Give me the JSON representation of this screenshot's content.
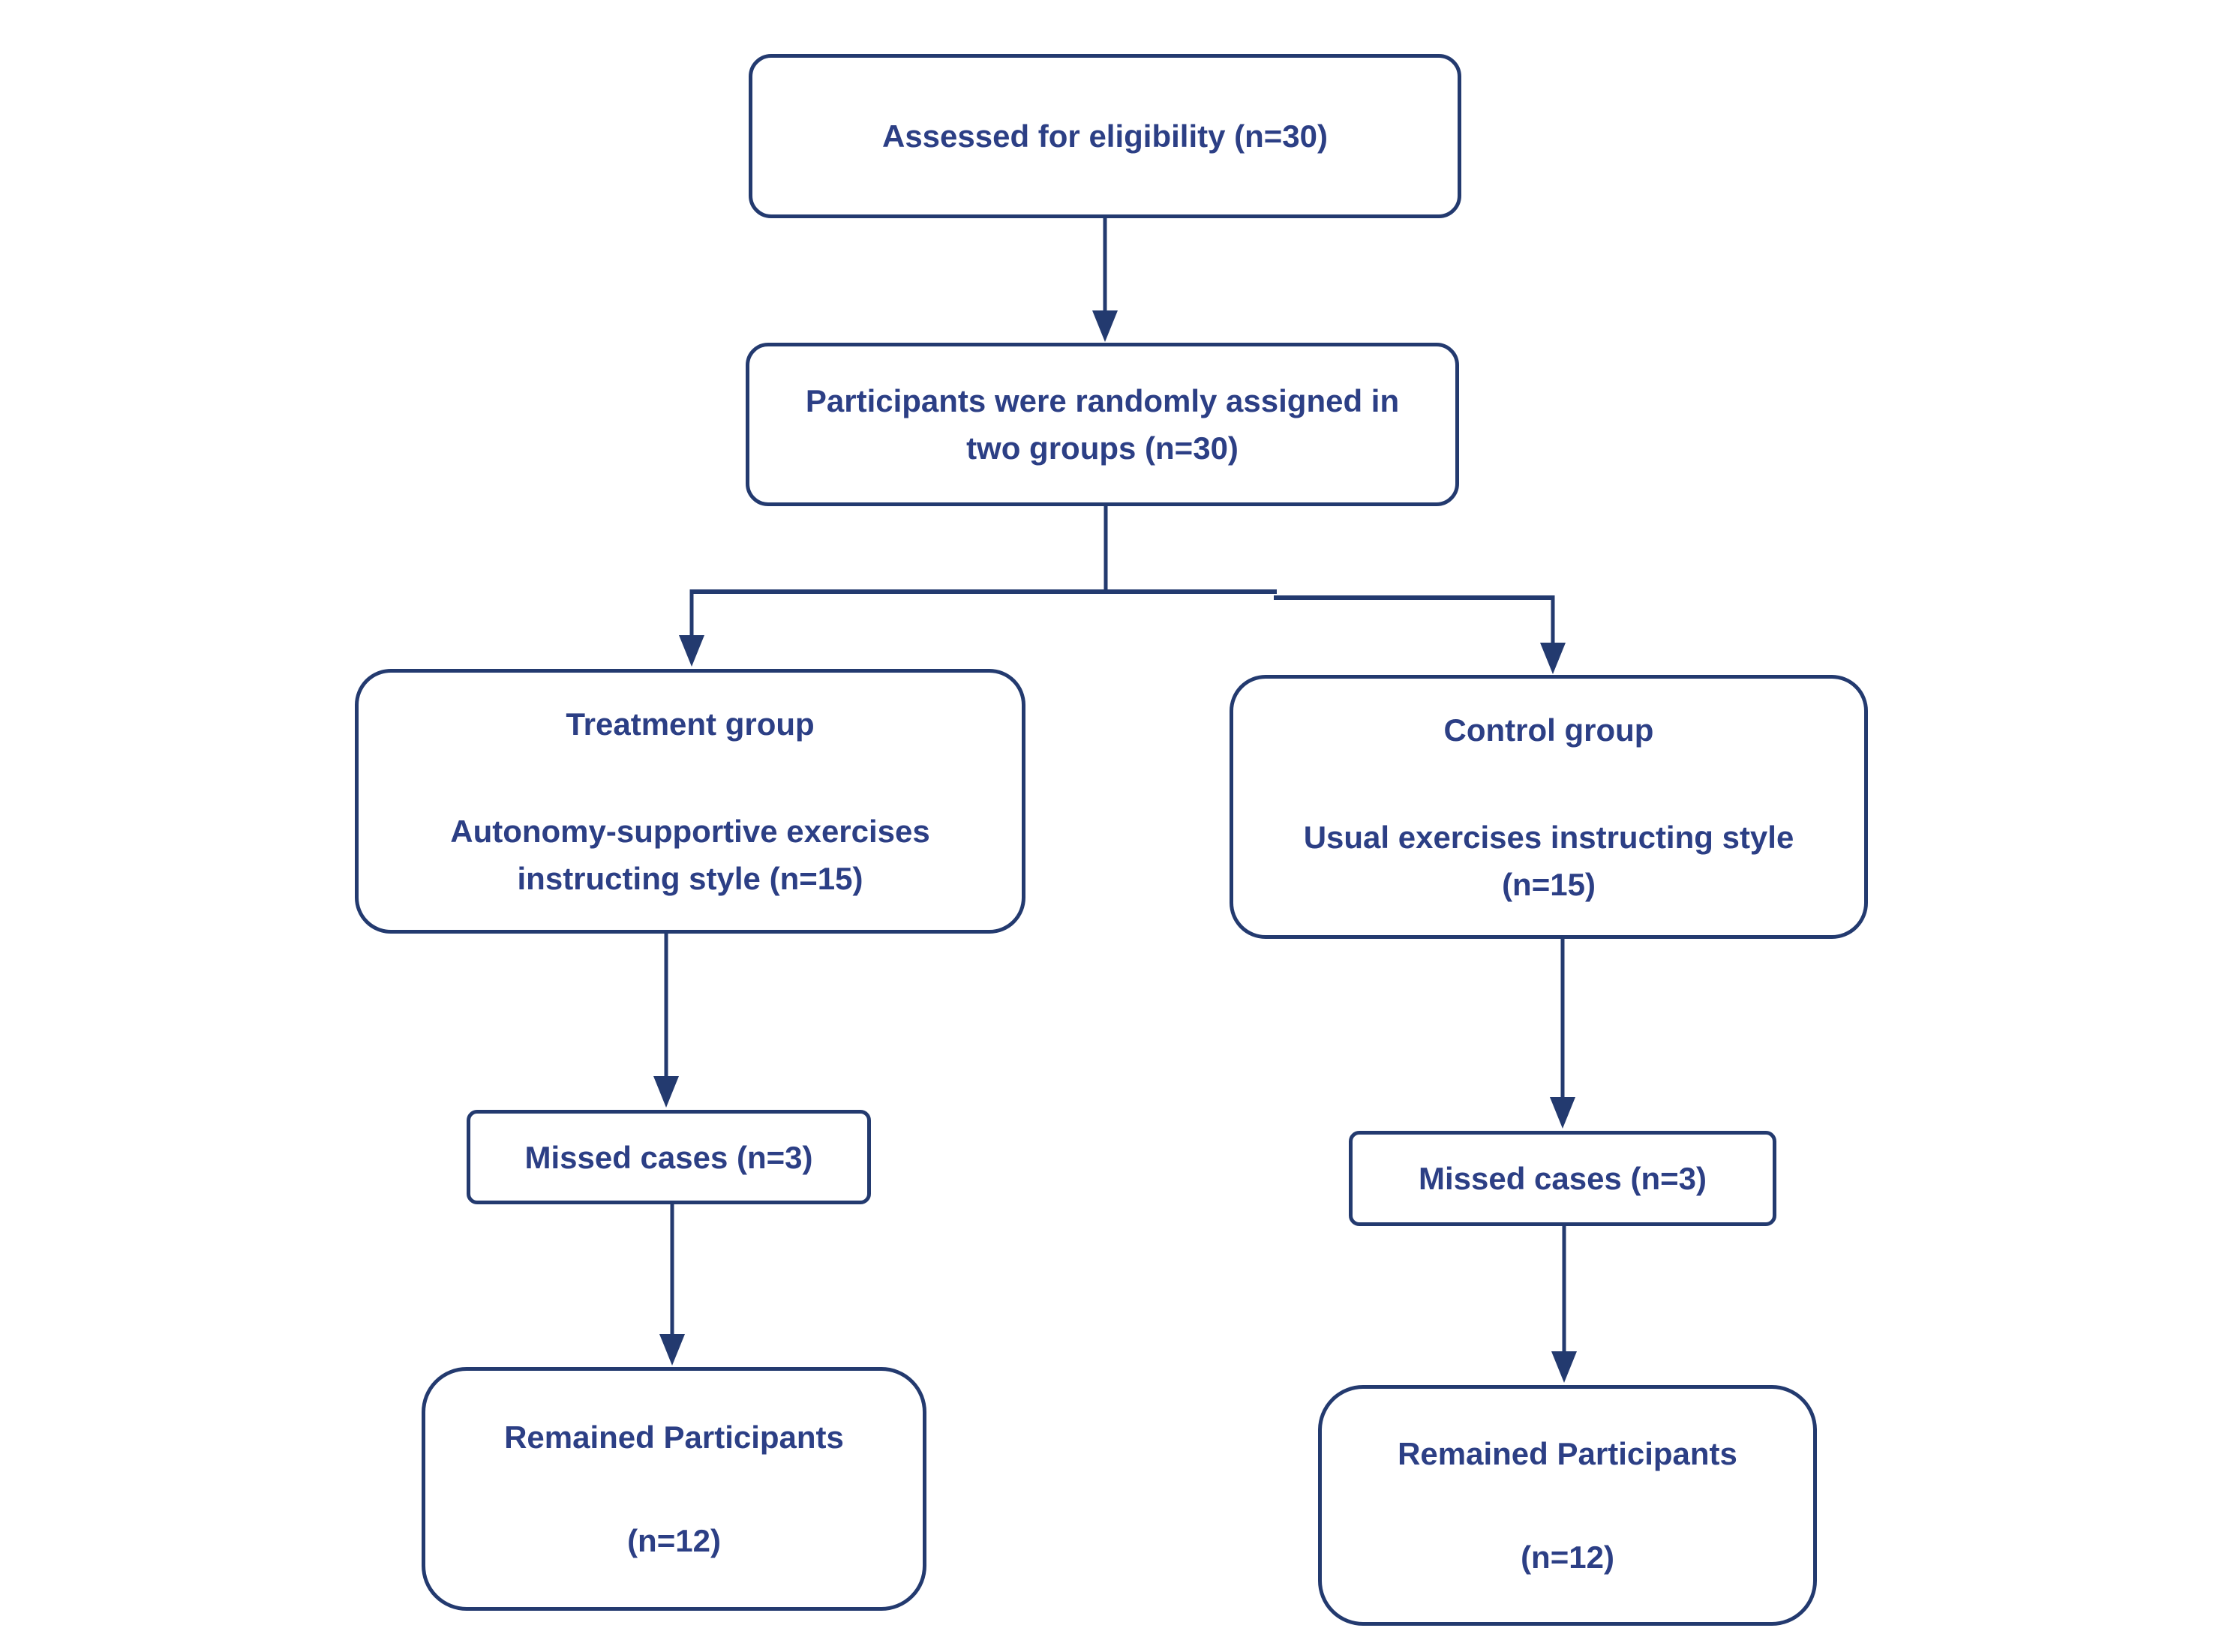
{
  "diagram": {
    "type": "flowchart",
    "accent_color": "#233A6F",
    "text_color": "#2C3F85",
    "background_color": "#FFFFFF",
    "boxes": {
      "assessed": {
        "text": "Assessed for eligibility (n=30)"
      },
      "randomized": {
        "line1": "Participants were randomly assigned in",
        "line2": "two groups (n=30)"
      },
      "treatment": {
        "title": "Treatment group",
        "line1": "Autonomy-supportive exercises",
        "line2": "instructing style (n=15)"
      },
      "control": {
        "title": "Control group",
        "line1": "Usual exercises instructing style",
        "line2": "(n=15)"
      },
      "missed_left": {
        "text": "Missed cases (n=3)"
      },
      "missed_right": {
        "text": "Missed cases (n=3)"
      },
      "remained_left": {
        "title": "Remained Participants",
        "count": "(n=12)"
      },
      "remained_right": {
        "title": "Remained Participants",
        "count": "(n=12)"
      }
    },
    "edges": [
      {
        "from": "assessed",
        "to": "randomized"
      },
      {
        "from": "randomized",
        "to": "treatment"
      },
      {
        "from": "randomized",
        "to": "control"
      },
      {
        "from": "treatment",
        "to": "missed_left"
      },
      {
        "from": "missed_left",
        "to": "remained_left"
      },
      {
        "from": "control",
        "to": "missed_right"
      },
      {
        "from": "missed_right",
        "to": "remained_right"
      }
    ]
  }
}
